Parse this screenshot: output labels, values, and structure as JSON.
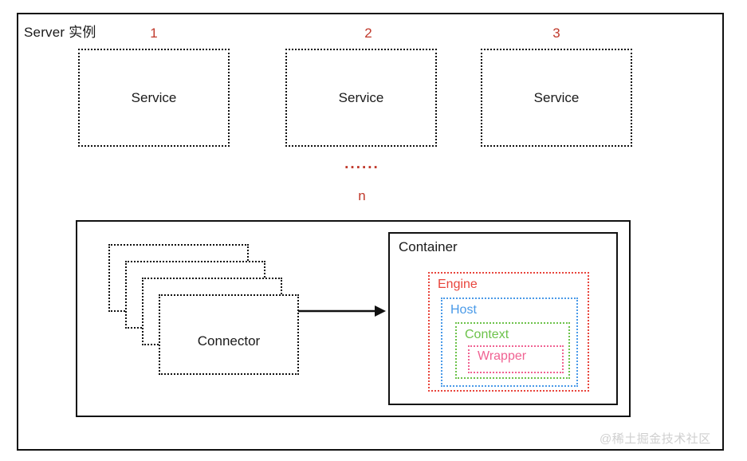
{
  "diagram": {
    "title": "Server 实例",
    "outer_frame_label": "Server 实例",
    "indices": [
      {
        "label": "1"
      },
      {
        "label": "2"
      },
      {
        "label": "3"
      }
    ],
    "services": [
      {
        "label": "Service"
      },
      {
        "label": "Service"
      },
      {
        "label": "Service"
      }
    ],
    "ellipsis": "......",
    "n_label": "n",
    "connector": {
      "label": "Connector",
      "stack_count": 4
    },
    "arrow": {
      "name": "right-arrow",
      "color": "#111111"
    },
    "container": {
      "label": "Container",
      "nested": [
        {
          "label": "Engine",
          "color": "#e8453c"
        },
        {
          "label": "Host",
          "color": "#4a9ae8"
        },
        {
          "label": "Context",
          "color": "#6cc24a"
        },
        {
          "label": "Wrapper",
          "color": "#f06292"
        }
      ]
    },
    "watermark": "@稀土掘金技术社区",
    "colors": {
      "stroke": "#111111",
      "index_red": "#c0392b",
      "engine": "#e8453c",
      "host": "#4a9ae8",
      "context": "#6cc24a",
      "wrapper": "#f06292",
      "watermark": "#cfcfcf",
      "background": "#ffffff"
    }
  }
}
